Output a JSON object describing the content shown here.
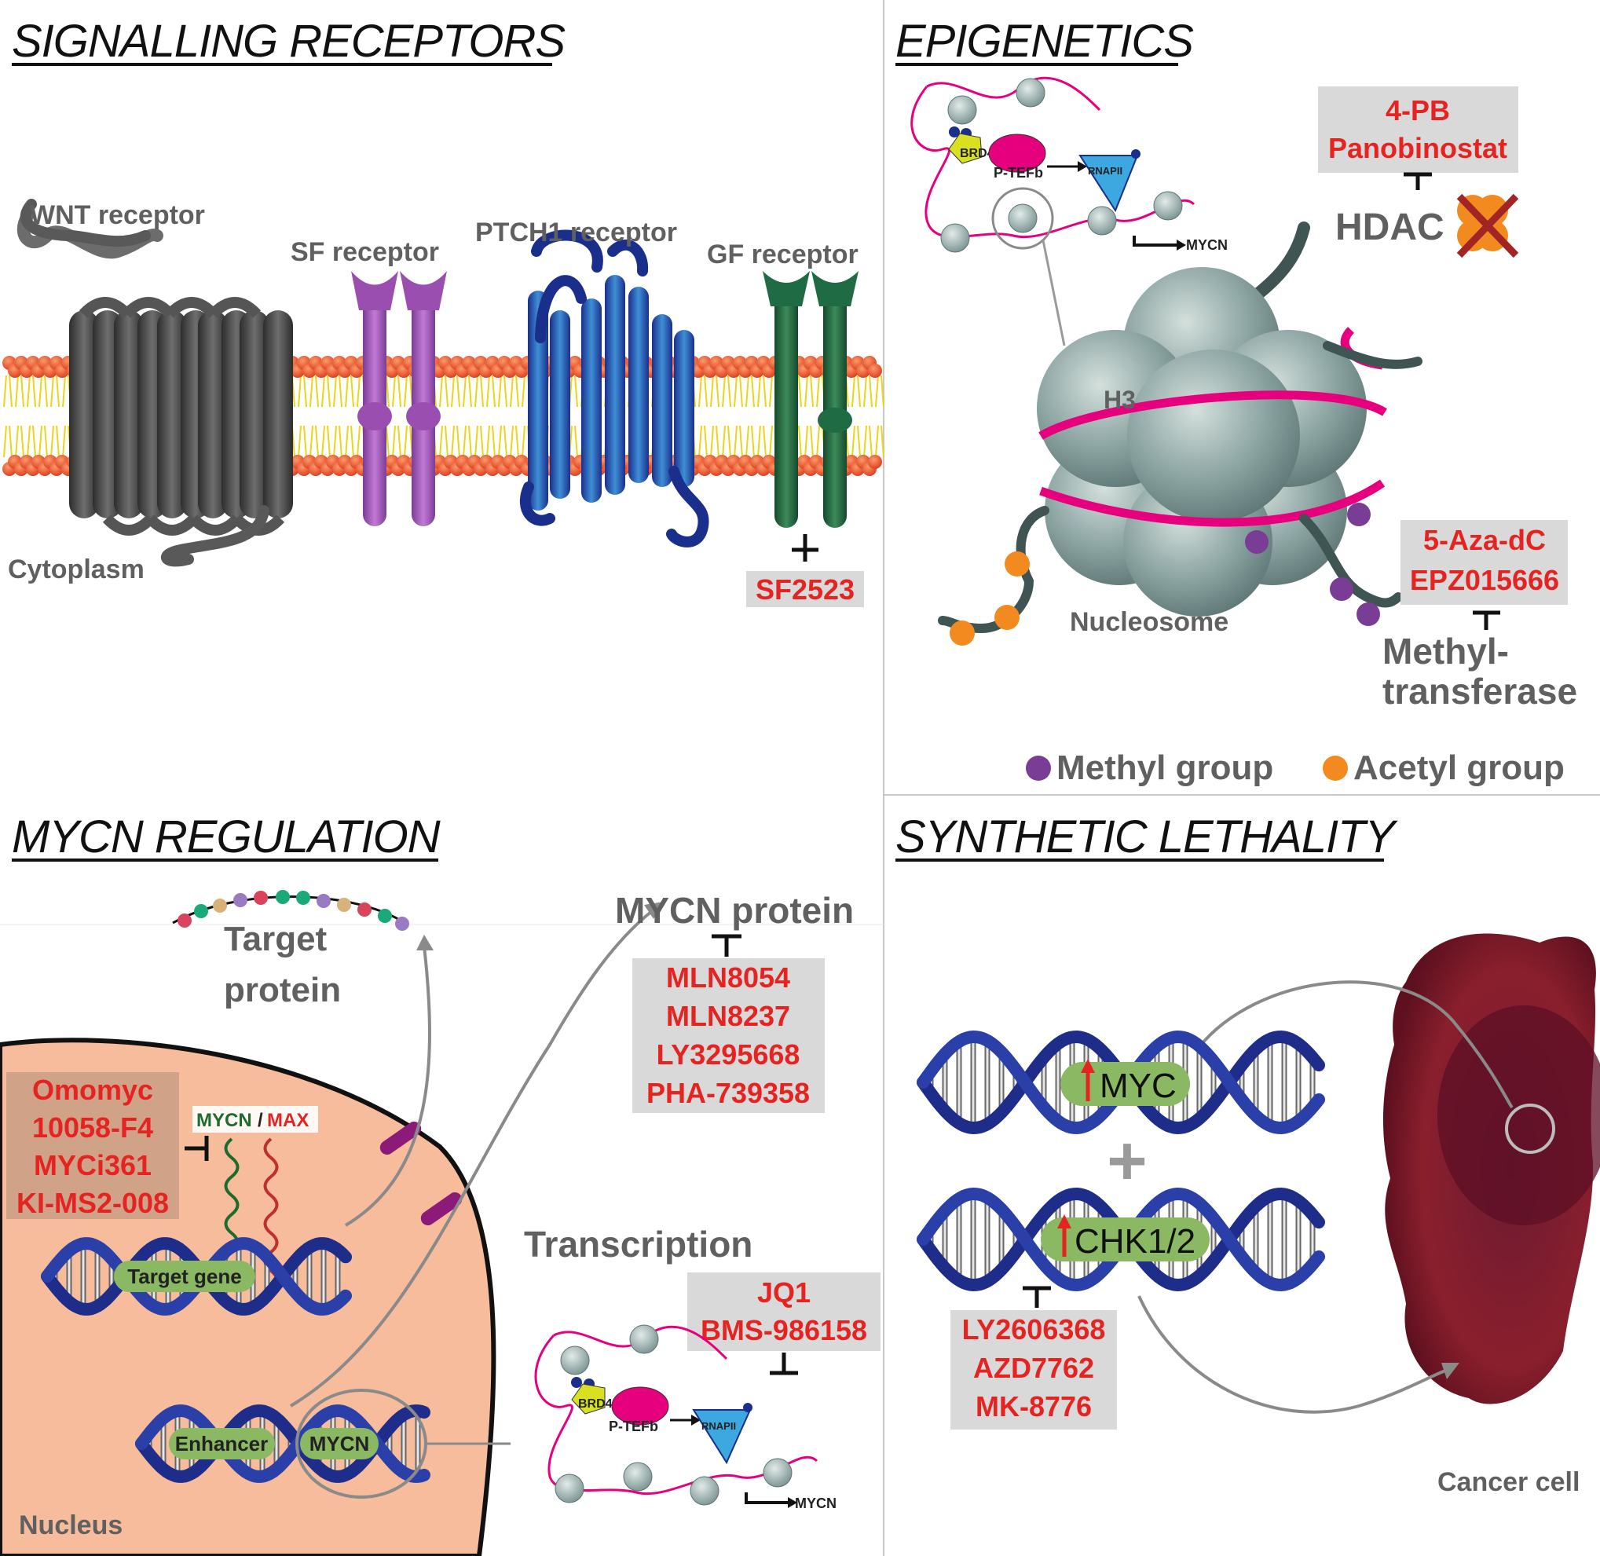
{
  "panels": {
    "signalling": {
      "title": "SIGNALLING RECEPTORS",
      "wnt_label": "WNT receptor",
      "sf_label": "SF receptor",
      "ptch1_label": "PTCH1 receptor",
      "gf_label": "GF receptor",
      "cytoplasm_label": "Cytoplasm",
      "inhibitor": "SF2523"
    },
    "epigenetics": {
      "title": "EPIGENETICS",
      "hdac_inhibitors": [
        "4-PB",
        "Panobinostat"
      ],
      "hdac_label": "HDAC",
      "h3_label": "H3",
      "nucleosome_label": "Nucleosome",
      "mt_inhibitors": [
        "5-Aza-dC",
        "EPZ015666"
      ],
      "mt_label_1": "Methyl-",
      "mt_label_2": "transferase",
      "legend_methyl": "Methyl group",
      "legend_acetyl": "Acetyl group",
      "brd4": "BRD4",
      "ptefb": "P-TEFb",
      "rnapii": "RNAPII",
      "mycn_small": "MYCN"
    },
    "mycn_regulation": {
      "title": "MYCN REGULATION",
      "target_protein_1": "Target",
      "target_protein_2": "protein",
      "mycn_protein": "MYCN protein",
      "protein_inhibitors": [
        "MLN8054",
        "MLN8237",
        "LY3295668",
        "PHA-739358"
      ],
      "dimer_inhibitors": [
        "Omomyc",
        "10058-F4",
        "MYCi361",
        "KI-MS2-008"
      ],
      "mycn_label": "MYCN",
      "slash": "/",
      "max_label": "MAX",
      "target_gene": "Target gene",
      "transcription": "Transcription",
      "transcription_inhibitors": [
        "JQ1",
        "BMS-986158"
      ],
      "enhancer": "Enhancer",
      "mycn_gene": "MYCN",
      "nucleus": "Nucleus",
      "brd4": "BRD4",
      "ptefb": "P-TEFb",
      "rnapii": "RNAPII",
      "mycn_small": "MYCN"
    },
    "synthetic_lethality": {
      "title": "SYNTHETIC LETHALITY",
      "myc_label": "MYC",
      "chk_label": "CHK1/2",
      "plus": "+",
      "inhibitors": [
        "LY2606368",
        "AZD7762",
        "MK-8776"
      ],
      "cancer_cell": "Cancer cell"
    }
  },
  "colors": {
    "drug_red": "#e52421",
    "box_grey": "#d9d9d9",
    "label_grey": "#606060",
    "dna_blue": "#1f2d8a",
    "gene_green": "#8ab863",
    "methyl": "#7a3d96",
    "acetyl": "#f28a1f",
    "histone": "#8aa0a0",
    "dna_pink": "#e6007e",
    "nucleus_fill": "#f7bc9c",
    "cancer_red": "#7a1424"
  }
}
